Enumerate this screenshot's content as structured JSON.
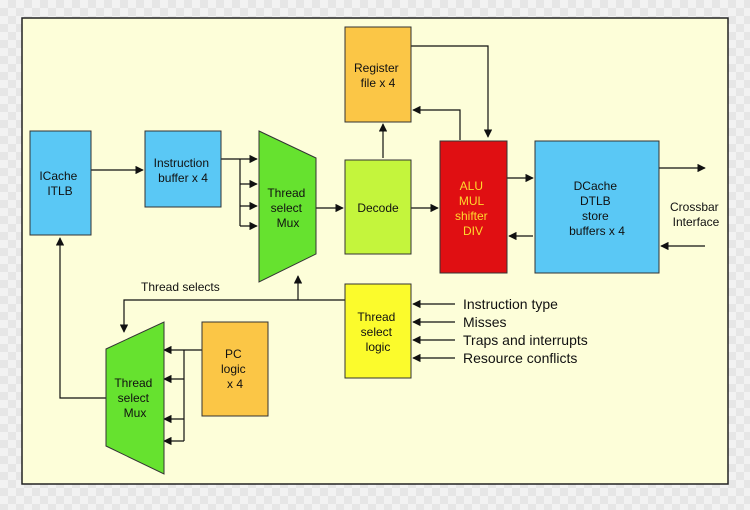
{
  "colors": {
    "panel": "#fdfed9",
    "cyan": "#5ac8f5",
    "green": "#66e22f",
    "lime": "#c4f53c",
    "orange": "#fbc646",
    "red": "#e00f12",
    "yellow": "#fbfb2c"
  },
  "blocks": {
    "icache": [
      "ICache",
      "ITLB"
    ],
    "instr_buffer": [
      "Instruction",
      "buffer x 4"
    ],
    "mux_top": [
      "Thread",
      "select",
      "Mux"
    ],
    "decode": [
      "Decode"
    ],
    "regfile": [
      "Register",
      "file x 4"
    ],
    "alu": [
      "ALU",
      "MUL",
      "shifter",
      "DIV"
    ],
    "dcache": [
      "DCache",
      "DTLB",
      "store",
      "buffers x 4"
    ],
    "thread_logic": [
      "Thread",
      "select",
      "logic"
    ],
    "mux_bottom": [
      "Thread",
      "select",
      "Mux"
    ],
    "pc_logic": [
      "PC",
      "logic",
      "x 4"
    ]
  },
  "labels": {
    "thread_selects": "Thread selects",
    "crossbar": [
      "Crossbar",
      "Interface"
    ],
    "inputs": [
      "Instruction type",
      "Misses",
      "Traps and interrupts",
      "Resource conflicts"
    ]
  }
}
